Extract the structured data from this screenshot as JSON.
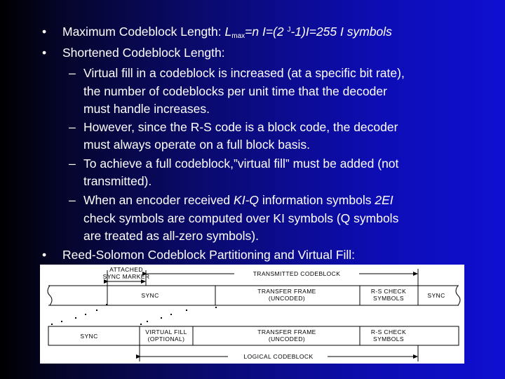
{
  "bullets": {
    "b1": {
      "prefix": "Maximum Codeblock Length: ",
      "L": "L",
      "max_sub": "max",
      "eq1": "=n I=(2 ",
      "J_sup": "J",
      "eq2": "-1)I=255 I  symbols"
    },
    "b2": "Shortened Codeblock Length:",
    "s1": [
      "Virtual fill in a codeblock is increased (at a specific bit rate),",
      "the number of codeblocks per unit time that the decoder",
      "must handle increases."
    ],
    "s2": [
      "However, since the R-S code is a block code, the decoder",
      "must always operate on a full block basis."
    ],
    "s3": [
      "To achieve a full codeblock,”virtual fill” must be added (not",
      "transmitted)."
    ],
    "s4": {
      "a": "When an encoder received ",
      "kiq": "KI-Q",
      "b": " information symbols ",
      "twoei": "2EI",
      "c": "check symbols are computed over KI symbols (Q symbols",
      "d": "are treated as all-zero symbols)."
    },
    "b3": "Reed-Solomon Codeblock Partitioning and Virtual Fill:"
  },
  "markers": {
    "bullet": "•",
    "dash": "–"
  },
  "diagram": {
    "attached_sync_1": "ATTACHED",
    "attached_sync_2": "SYNC MARKER",
    "transmitted_codeblock": "TRANSMITTED CODEBLOCK",
    "sync_top": "SYNC",
    "transfer_frame_1": "TRANSFER FRAME",
    "transfer_frame_2": "(UNCODED)",
    "rs_check_1": "R-S CHECK",
    "rs_check_2": "SYMBOLS",
    "sync_right": "SYNC",
    "sync_bottom": "SYNC",
    "virtual_fill_1": "VIRTUAL FILL",
    "virtual_fill_2": "(OPTIONAL)",
    "transfer_frame_b1": "TRANSFER FRAME",
    "transfer_frame_b2": "(UNCODED)",
    "rs_check_b1": "R-S CHECK",
    "rs_check_b2": "SYMBOLS",
    "logical_codeblock": "LOGICAL CODEBLOCK"
  }
}
